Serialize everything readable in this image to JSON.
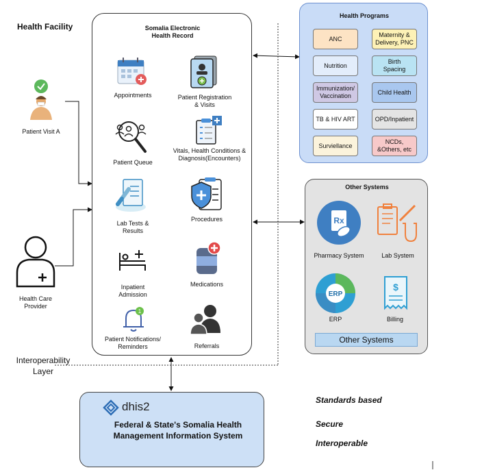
{
  "health_facility": "Health Facility",
  "patient_visit": "Patient Visit A",
  "provider": "Health Care\nProvider",
  "ehr": {
    "title": "Somalia Electronic\nHealth Record",
    "modules": [
      "Appointments",
      "Patient Registration\n& Visits",
      "Patient Queue",
      "Vitals, Health Conditions &\nDiagnosis(Encounters)",
      "Lab Tests &\nResults",
      "Procedures",
      "Inpatient\nAdmission",
      "Medications",
      "Patient Notifications/\nReminders",
      "Referrals"
    ]
  },
  "programs": {
    "title": "Health Programs",
    "items": [
      {
        "label": "ANC",
        "color": "#fde3c4"
      },
      {
        "label": "Maternity &\nDelivery, PNC",
        "color": "#fdf1b6"
      },
      {
        "label": "Nutrition",
        "color": "#e3edfb"
      },
      {
        "label": "Birth\nSpacing",
        "color": "#b9e3f3"
      },
      {
        "label": "Immunization/\nVaccination",
        "color": "#cfc8e4"
      },
      {
        "label": "Child Health",
        "color": "#a9c7ef"
      },
      {
        "label": "TB & HIV ART",
        "color": "#ffffff"
      },
      {
        "label": "OPD/Inpatient",
        "color": "#e4e4e4"
      },
      {
        "label": "Surviellance",
        "color": "#fbf3dc"
      },
      {
        "label": "NCDs,\n&Others, etc",
        "color": "#f7c9c9"
      }
    ]
  },
  "other_systems": {
    "title": "Other Systems",
    "items": [
      "Pharmacy System",
      "Lab System",
      "ERP",
      "Billing"
    ],
    "footer": "Other Systems"
  },
  "interop": "Interoperability\nLayer",
  "dhis2": {
    "logo": "dhis2",
    "title": "Federal & State's Somalia  Health\nManagement Information System"
  },
  "features": [
    "Standards based",
    "Secure",
    "Interoperable"
  ],
  "colors": {
    "programs_bg": "#c9dcf7",
    "other_bg": "#e3e3e3",
    "dhis_bg": "#cde0f6",
    "accent": "#3c73b4"
  }
}
